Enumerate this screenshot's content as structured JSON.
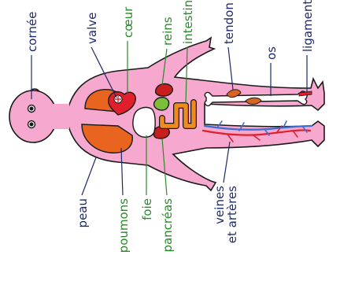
{
  "colors": {
    "skin": "#f7a8cf",
    "outline": "#1a1a1a",
    "text_blue": "#1f2a6b",
    "text_green": "#2a8a2a",
    "lungs": "#e8641f",
    "liver": "#ffffff",
    "heart": "#e01f2a",
    "kidneys": "#c81e1e",
    "pancreas": "#7dbf3a",
    "intestine": "#f08a1e",
    "bone": "#ffffff",
    "vein": "#3a6fd1",
    "artery": "#e01f2a",
    "tendon": "#d9641f"
  },
  "labels": {
    "cornee": "cornée",
    "valve": "valve",
    "coeur": "cœur",
    "reins": "reins",
    "intestin": "intestin",
    "tendon": "tendon",
    "os": "os",
    "ligament": "ligament",
    "peau": "peau",
    "poumons": "poumons",
    "foie": "foie",
    "pancreas": "pancréas",
    "veines": "veines",
    "arteres": "et artères"
  }
}
